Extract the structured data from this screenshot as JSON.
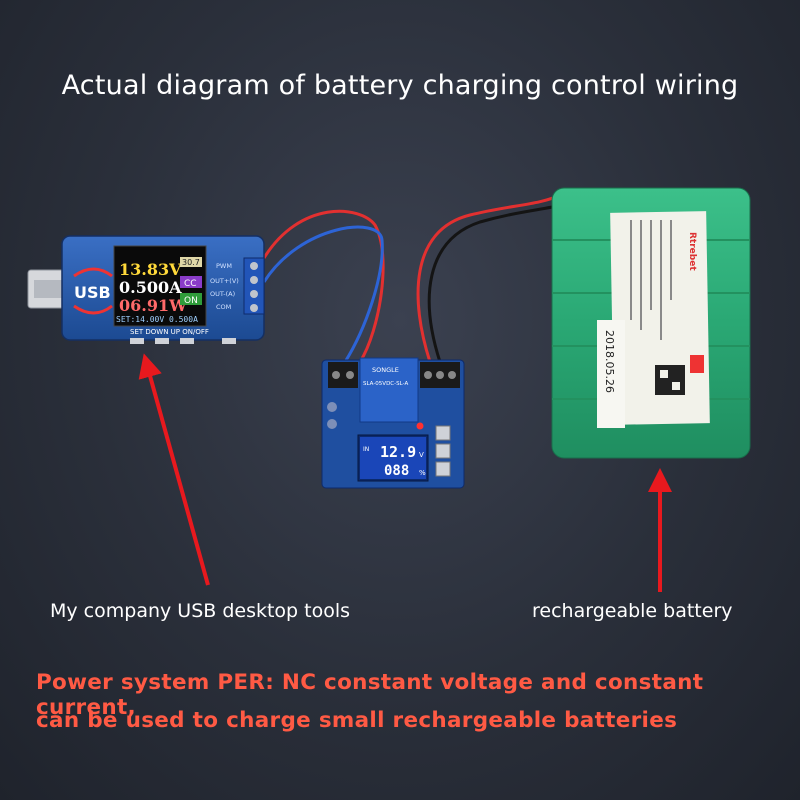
{
  "title": "Actual diagram of battery charging control wiring",
  "usb_meter": {
    "logo": "USB",
    "voltage": "13.83V",
    "current": "0.500A",
    "power": "06.91W",
    "set_line": "SET:14.00V 0.500A",
    "temp": "30.7",
    "mode_cc": "CC",
    "mode_on": "ON",
    "port_labels": [
      "PWM",
      "OUT+(V)",
      "OUT-(A)",
      "COM"
    ],
    "button_labels": "SET  DOWN  UP       ON/OFF"
  },
  "relay_module": {
    "relay_brand": "SONGLE",
    "relay_model": "SLA-05VDC-SL-A",
    "display_voltage": "12.9",
    "display_pct": "088",
    "display_in": "IN",
    "display_v": "V",
    "display_pct_sign": "%"
  },
  "battery": {
    "date_label": "2018.05.26",
    "logo": "Rtrebet"
  },
  "labels": {
    "usb_tool": "My company USB desktop tools",
    "battery": "rechargeable battery"
  },
  "footer": {
    "line1": "Power system PER: NC constant voltage and constant current,",
    "line2": "can be used to charge small rechargeable batteries"
  },
  "colors": {
    "arrow": "#e8191e",
    "footer_text": "#ff5a44",
    "battery_green": "#2fae7a",
    "pcb_blue": "#1f4fa0"
  }
}
